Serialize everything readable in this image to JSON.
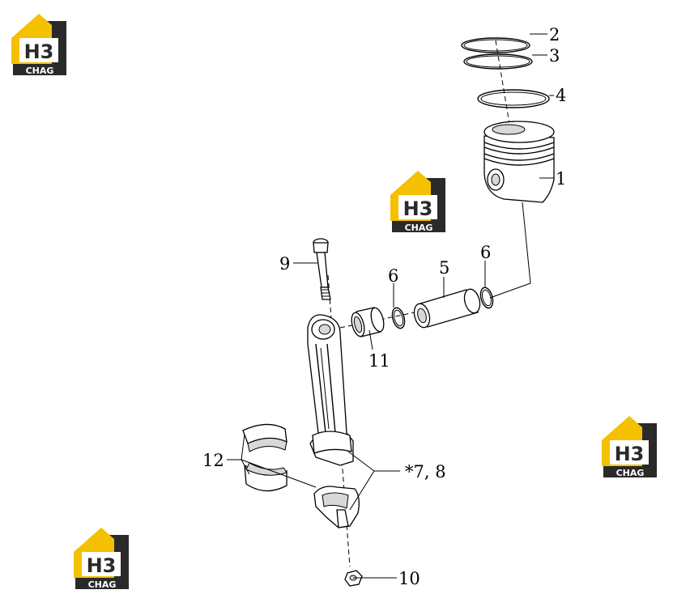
{
  "logo": {
    "text_top": "H3",
    "text_bottom": "CHAG"
  },
  "colors": {
    "logo_yellow": "#f5c000",
    "logo_dark": "#2a2a2a",
    "line": "#000000",
    "shade": "#d8d8d8"
  },
  "callouts": {
    "c1": "1",
    "c2": "2",
    "c3": "3",
    "c4": "4",
    "c5": "5",
    "c6a": "6",
    "c6b": "6",
    "c78": "*7, 8",
    "c9": "9",
    "c10": "10",
    "c11": "11",
    "c12": "12"
  }
}
